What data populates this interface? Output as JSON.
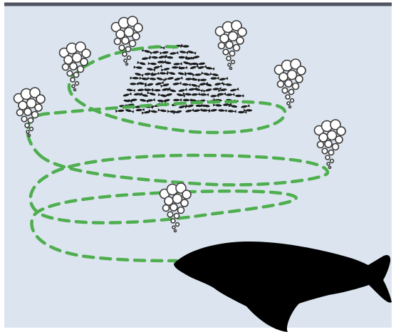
{
  "colors": {
    "background": "#dce5ef",
    "frame": "#4f5561",
    "spiral": "#4fae4f",
    "fish": "#1b1b1b",
    "whale": "#000000",
    "bubble_fill": "#ffffff",
    "bubble_stroke": "#3a3a3a"
  },
  "icons": {
    "whale": "humpback-whale-silhouette",
    "fish_school": "krill-fish-school",
    "bubble_cluster": "bubble-column",
    "path": "dashed-spiral-bubble-net"
  }
}
